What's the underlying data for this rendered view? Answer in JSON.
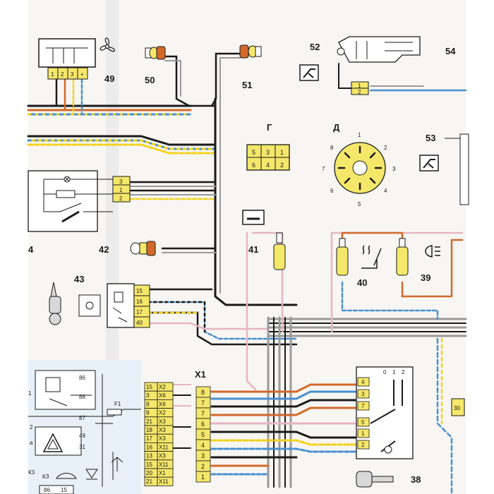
{
  "colors": {
    "paper": "#f7f6f2",
    "grey_band": "#dcdcdc",
    "wire_black": "#1a1a1a",
    "wire_yellow": "#f2d21a",
    "wire_blue": "#4a90d0",
    "wire_orange": "#d2692a",
    "wire_pink": "#e8b4c4",
    "wire_grey": "#9a9a9a",
    "connector_fill": "#f5e76a",
    "panel_fill": "#e8f1f8"
  },
  "components": {
    "c38": "38",
    "c39": "39",
    "c40": "40",
    "c41": "41",
    "c42": "42",
    "c43": "43",
    "c49": "49",
    "c50": "50",
    "c51": "51",
    "c52": "52",
    "c53": "53",
    "c54": "54",
    "edge_4": "4"
  },
  "connector_g": {
    "label": "Г",
    "pins": [
      "5",
      "3",
      "1",
      "6",
      "4",
      "2"
    ]
  },
  "connector_d": {
    "label": "Д",
    "pins": [
      "1",
      "2",
      "3",
      "4",
      "5",
      "6",
      "7",
      "8"
    ]
  },
  "c49_pins": [
    "1",
    "2",
    "3",
    "+"
  ],
  "c52_pins": [
    "1",
    "2"
  ],
  "c42_pins": [
    "3",
    "1",
    "2"
  ],
  "c43_pins": [
    "15",
    "16",
    "17",
    "40"
  ],
  "x1": {
    "label": "X1",
    "pins": [
      "8",
      "7",
      "7",
      "6",
      "5",
      "4",
      "3",
      "2",
      "1"
    ]
  },
  "x_row": {
    "left_pins": [
      "15",
      "3",
      "9",
      "9",
      "21",
      "18",
      "17",
      "16",
      "13",
      "15",
      "20",
      "21"
    ],
    "right_pins": [
      "X2",
      "X6",
      "X6",
      "X2",
      "X3",
      "X3",
      "X3",
      "X11",
      "X3",
      "X11",
      "X1",
      "X11"
    ]
  },
  "relay_box": {
    "pins_a": [
      "86",
      "88",
      "87"
    ],
    "pins_b": [
      "49",
      "31"
    ],
    "fuse": "F1",
    "ks": "КЗ",
    "frag_top": "1",
    "frag_k3": "К3",
    "frag_2": "2",
    "frag_a": "а",
    "bottom": [
      "86",
      "15"
    ]
  },
  "switch_38": {
    "header": [
      "0",
      "1",
      "2"
    ],
    "pins": [
      "4",
      "3",
      "7",
      "5",
      "1",
      "2"
    ]
  },
  "right_edge_pin": "30"
}
